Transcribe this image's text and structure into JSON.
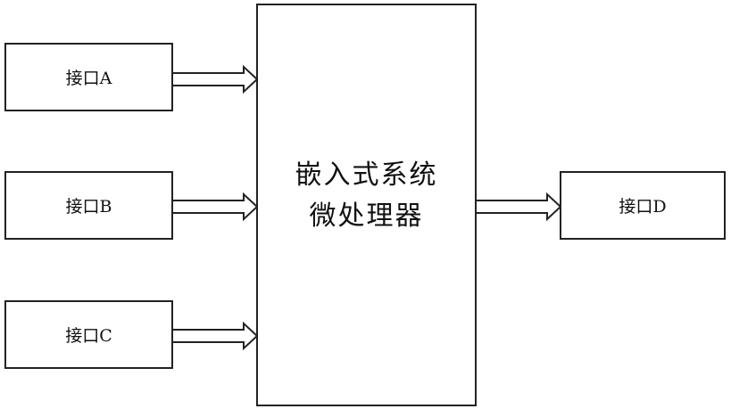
{
  "interfaces": {
    "a": "接口A",
    "b": "接口B",
    "c": "接口C",
    "d": "接口D"
  },
  "processor": {
    "line1": "嵌入式系统",
    "line2": "微处理器"
  }
}
